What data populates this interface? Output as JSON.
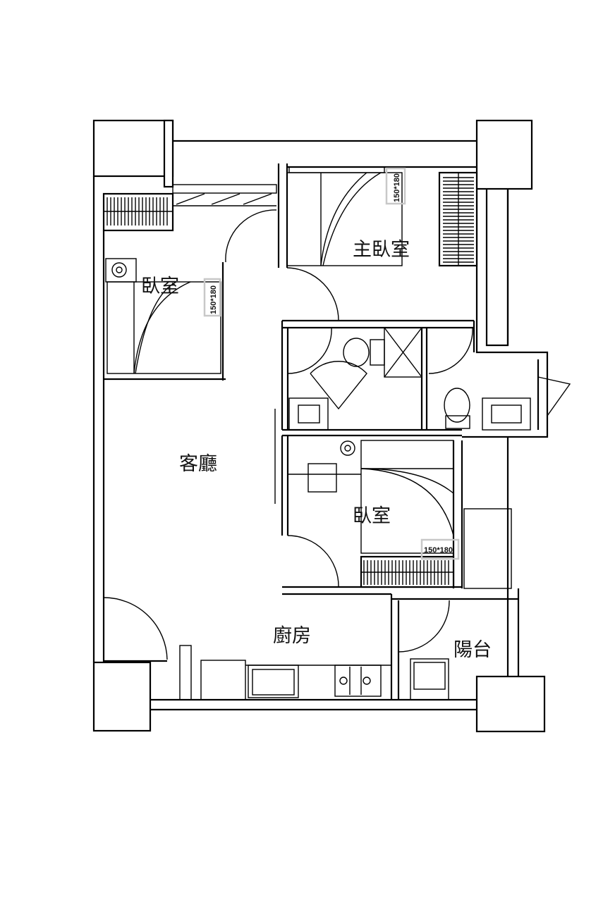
{
  "floor_plan": {
    "rooms": {
      "master_bedroom": "主臥室",
      "bedroom_1": "臥室",
      "living_room": "客廳",
      "bedroom_2": "臥室",
      "kitchen": "廚房",
      "balcony": "陽台"
    },
    "bed_sizes": {
      "master_bed": "150*180",
      "bedroom_1_bed": "150*180",
      "bedroom_2_bed": "150*180"
    },
    "colors": {
      "line": "#000000",
      "dimension_box": "#c8c8c8",
      "background": "#ffffff"
    }
  }
}
